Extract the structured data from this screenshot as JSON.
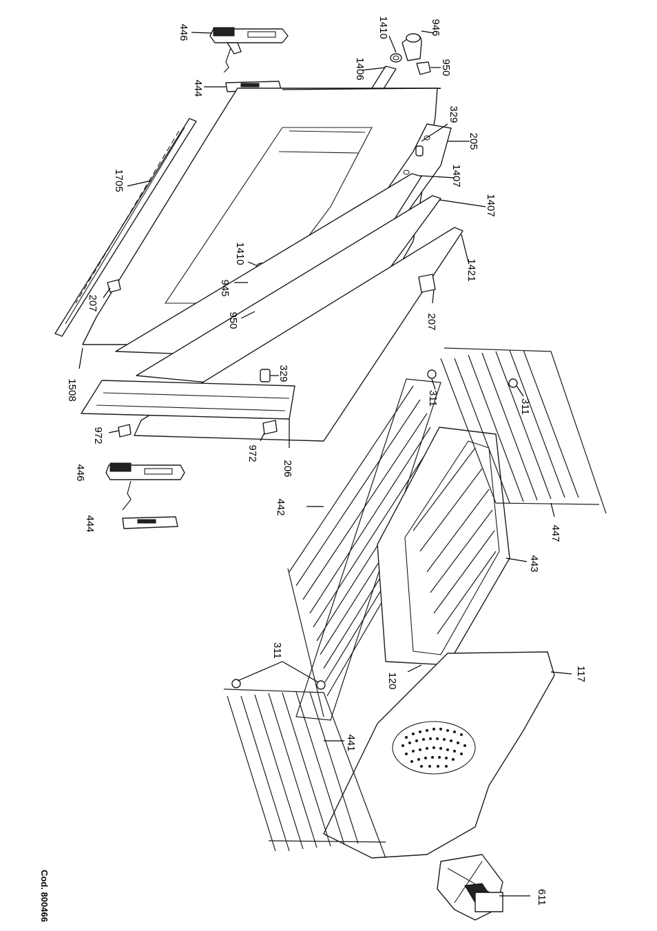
{
  "document": {
    "code": "Cod. 800466"
  },
  "callouts": {
    "c446_top": "446",
    "c1410_top": "1410",
    "c946": "946",
    "c950_top": "950",
    "c1406": "1406",
    "c444_top": "444",
    "c329_top": "329",
    "c205": "205",
    "c1407_a": "1407",
    "c1407_b": "1407",
    "c1705": "1705",
    "c1410_mid": "1410",
    "c945": "945",
    "c950_mid": "950",
    "c207_left": "207",
    "c1421": "1421",
    "c207_right": "207",
    "c1508": "1508",
    "c329_mid": "329",
    "c311_a": "311",
    "c311_b": "311",
    "c972_left": "972",
    "c972_right": "972",
    "c206": "206",
    "c446_bottom": "446",
    "c442": "442",
    "c444_bottom": "444",
    "c447": "447",
    "c443": "443",
    "c311_pair": "311",
    "c120": "120",
    "c117": "117",
    "c441": "441",
    "c611": "611"
  }
}
